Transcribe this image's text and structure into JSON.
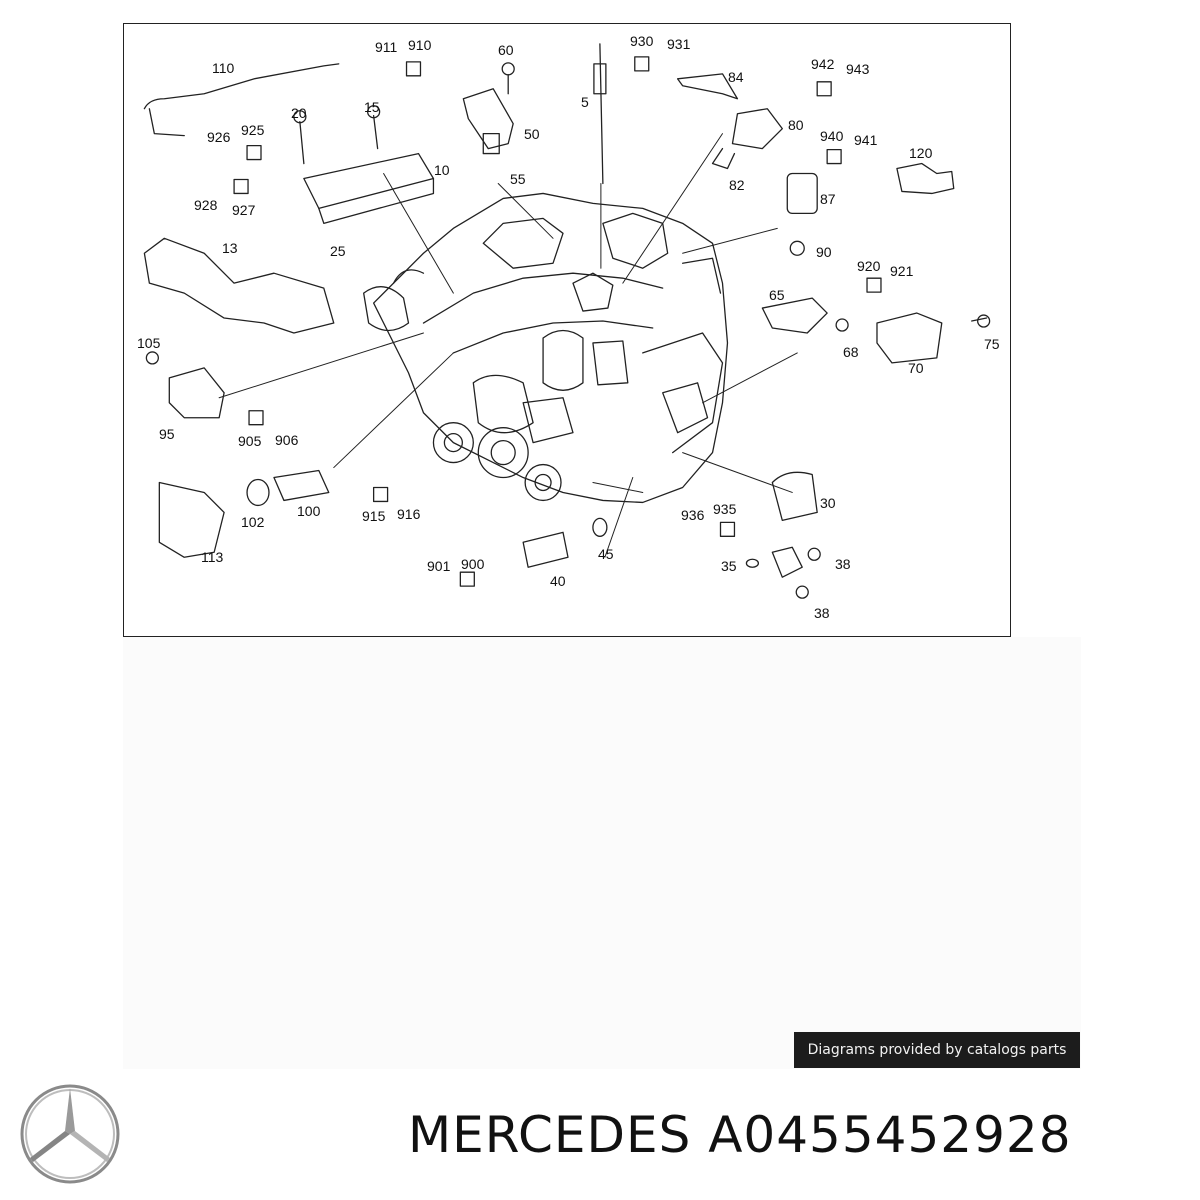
{
  "diagram": {
    "labels": {
      "l110": "110",
      "l911": "911",
      "l910": "910",
      "l60": "60",
      "l930": "930",
      "l931": "931",
      "l84": "84",
      "l942": "942",
      "l943": "943",
      "l5": "5",
      "l50": "50",
      "l80": "80",
      "l20": "20",
      "l15": "15",
      "l926": "926",
      "l925": "925",
      "l10": "10",
      "l55": "55",
      "l82": "82",
      "l940": "940",
      "l941": "941",
      "l120": "120",
      "l928": "928",
      "l927": "927",
      "l87": "87",
      "l25": "25",
      "l90": "90",
      "l13": "13",
      "l920": "920",
      "l921": "921",
      "l65": "65",
      "l75": "75",
      "l68": "68",
      "l105": "105",
      "l70": "70",
      "l95": "95",
      "l905": "905",
      "l906": "906",
      "l30": "30",
      "l102": "102",
      "l100": "100",
      "l915": "915",
      "l916": "916",
      "l936": "936",
      "l935": "935",
      "l113": "113",
      "l45": "45",
      "l38a": "38",
      "l901": "901",
      "l900": "900",
      "l35": "35",
      "l40": "40",
      "l38b": "38"
    }
  },
  "footer": {
    "caption": "Diagrams provided by catalogs parts",
    "brand_line": "MERCEDES A0455452928",
    "logo_icon": "mercedes-star-logo"
  },
  "colors": {
    "line": "#222222",
    "caption_bg": "#1c1c1c",
    "caption_text": "#f2f2f2"
  }
}
